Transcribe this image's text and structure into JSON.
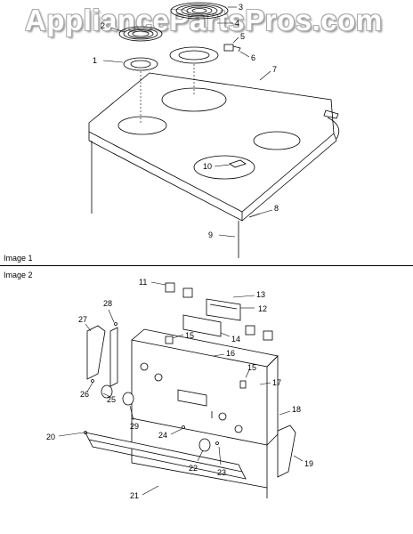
{
  "watermark": "AppliancePartsPros.com",
  "panels": [
    {
      "label": "Image 1"
    },
    {
      "label": "Image 2"
    }
  ],
  "callouts_image1": [
    "1",
    "2",
    "3",
    "4",
    "5",
    "6",
    "7",
    "8",
    "9",
    "10"
  ],
  "callouts_image2": [
    "11",
    "12",
    "13",
    "14",
    "15",
    "15",
    "16",
    "17",
    "18",
    "19",
    "20",
    "21",
    "22",
    "23",
    "24",
    "25",
    "26",
    "27",
    "28",
    "29"
  ]
}
